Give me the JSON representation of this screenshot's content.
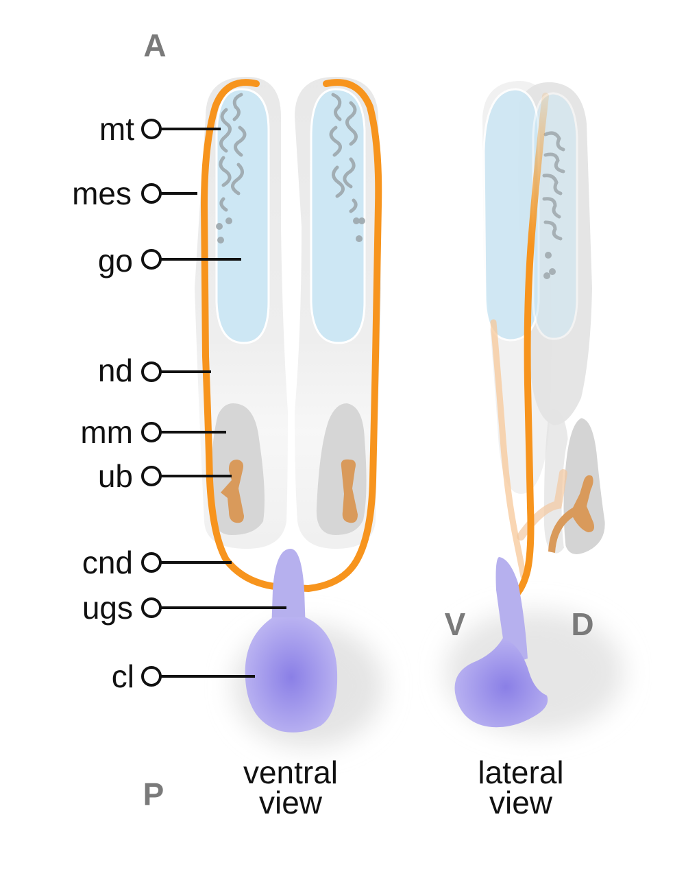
{
  "orientation": {
    "anterior": "A",
    "posterior": "P",
    "ventral": "V",
    "dorsal": "D"
  },
  "views": {
    "ventral_line1": "ventral",
    "ventral_line2": "view",
    "lateral_line1": "lateral",
    "lateral_line2": "view"
  },
  "labels": {
    "mt": "mt",
    "mes": "mes",
    "go": "go",
    "nd": "nd",
    "mm": "mm",
    "ub": "ub",
    "cnd": "cnd",
    "ugs": "ugs",
    "cl": "cl"
  },
  "colors": {
    "duct_orange": "#f7941d",
    "gonad_blue": "#cde8f5",
    "mesonephros_gray": "#e6e6e6",
    "metanephric_gray": "#d6d6d6",
    "ureteric_bud": "#d99a5b",
    "urogenital_purple": "#b6b0ee",
    "cloaca_center": "#8b80e6",
    "tubule_gray": "#9aa3a8"
  }
}
